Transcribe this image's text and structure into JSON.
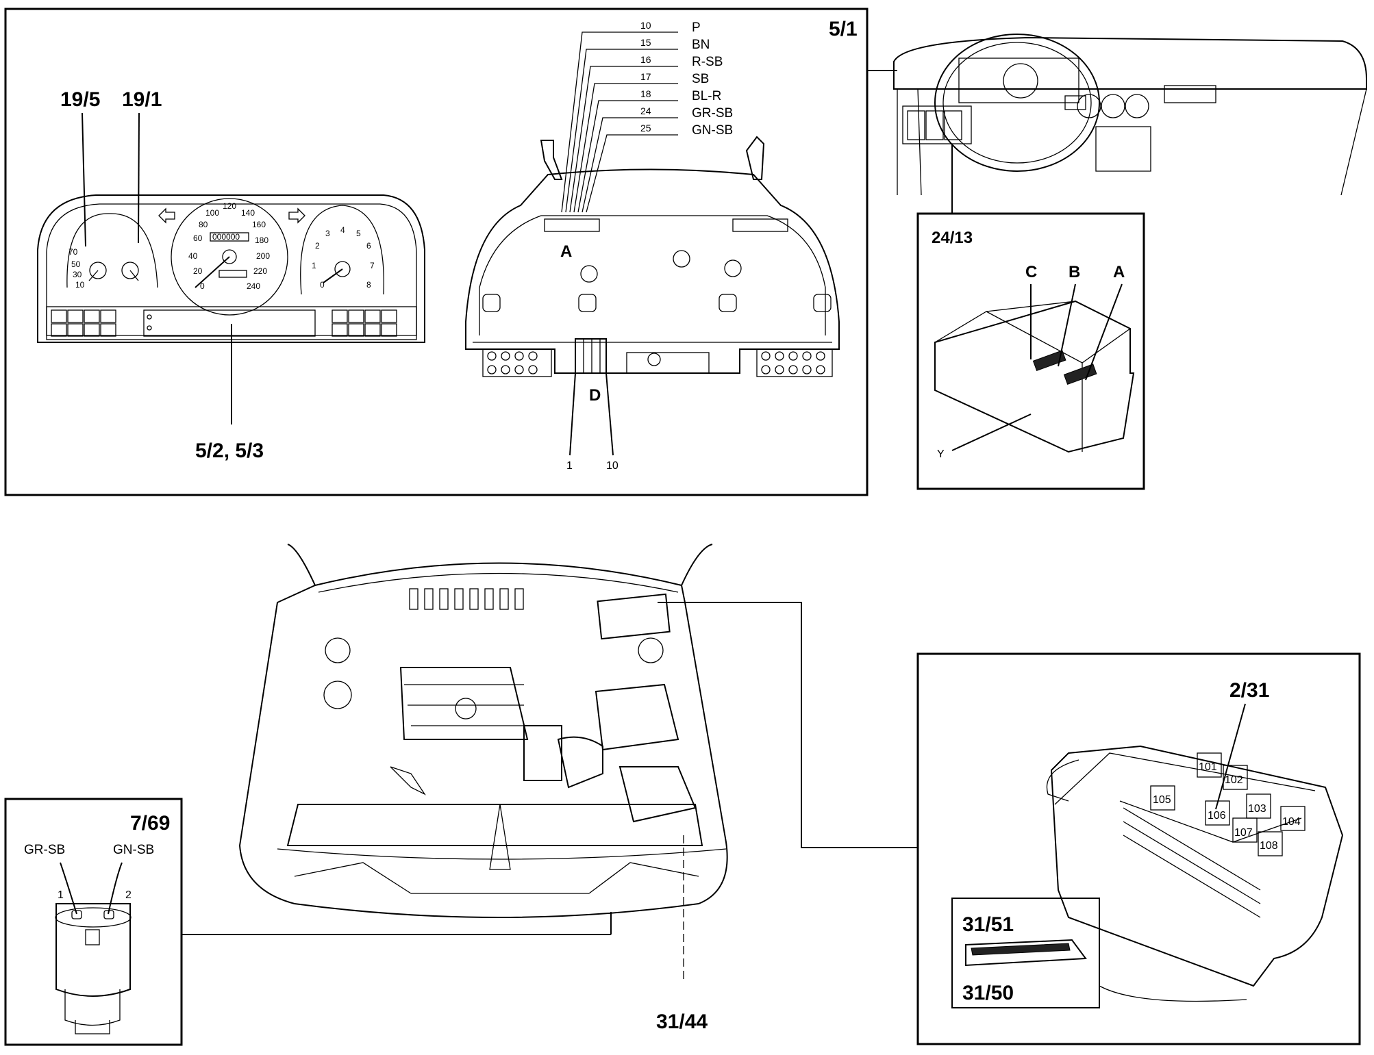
{
  "callouts": {
    "panel_main": "5/1",
    "gauge_left": "19/5",
    "gauge_right": "19/1",
    "display": "5/2, 5/3",
    "connector_a": "A",
    "connector_d": "D",
    "pin_start": "1",
    "pin_end": "10",
    "relay_block": "24/13",
    "relay_c": "C",
    "relay_b": "B",
    "relay_a": "A",
    "relay_y": "Y",
    "switch": "7/69",
    "switch_wire1": "GR-SB",
    "switch_wire2": "GN-SB",
    "switch_pin1": "1",
    "switch_pin2": "2",
    "ground_point": "31/44",
    "central_box": "2/31",
    "ground_a": "31/51",
    "ground_b": "31/50"
  },
  "wires": [
    {
      "pin": "10",
      "color": "P"
    },
    {
      "pin": "15",
      "color": "BN"
    },
    {
      "pin": "16",
      "color": "R-SB"
    },
    {
      "pin": "17",
      "color": "SB"
    },
    {
      "pin": "18",
      "color": "BL-R"
    },
    {
      "pin": "24",
      "color": "GR-SB"
    },
    {
      "pin": "25",
      "color": "GN-SB"
    }
  ],
  "speedo_ticks": [
    "20",
    "40",
    "60",
    "80",
    "100",
    "120",
    "140",
    "160",
    "180",
    "200",
    "220",
    "240",
    "0"
  ],
  "tacho_ticks": [
    "0",
    "1",
    "2",
    "3",
    "4",
    "5",
    "6",
    "7",
    "8"
  ],
  "fuel_ticks": [
    "70",
    "50",
    "30",
    "10"
  ],
  "odometer": "000000",
  "relays": [
    "101",
    "102",
    "103",
    "104",
    "105",
    "106",
    "107",
    "108"
  ]
}
